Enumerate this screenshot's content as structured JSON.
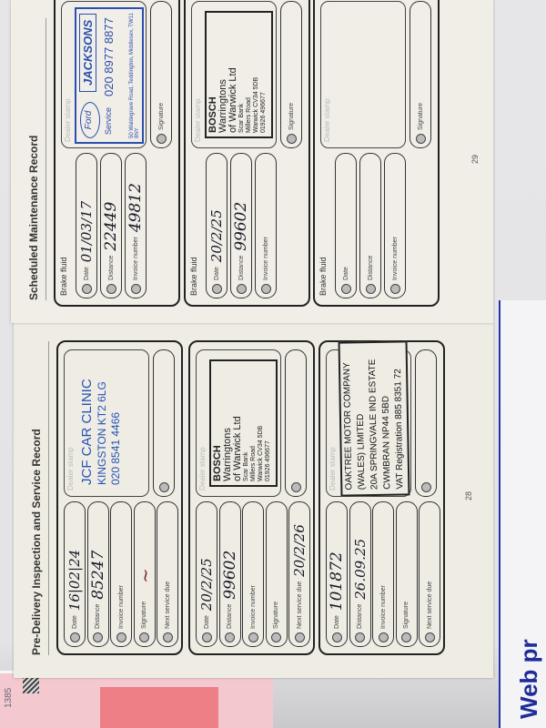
{
  "background": {
    "package_code": "1385",
    "paper_text": "Web pr"
  },
  "pages": [
    {
      "id": "pre-delivery",
      "title": "Pre-Delivery Inspection and Service Record",
      "page_number": "28",
      "cards": [
        {
          "fields": [
            {
              "label": "Date",
              "value": "16|02|24"
            },
            {
              "label": "Distance",
              "value": "85247"
            },
            {
              "label": "Invoice number",
              "value": ""
            },
            {
              "label": "Signature",
              "value": ""
            },
            {
              "label": "Next service due",
              "value": ""
            }
          ],
          "stamp_placeholder": "Dealer stamp",
          "stamp": {
            "kind": "jcf",
            "lines": [
              "JCF CAR CLINIC",
              "KINGSTON KT2 6LG",
              "020 8541 4466"
            ]
          }
        },
        {
          "fields": [
            {
              "label": "Date",
              "value": "20/2/25"
            },
            {
              "label": "Distance",
              "value": "99602"
            },
            {
              "label": "Invoice number",
              "value": ""
            },
            {
              "label": "Signature",
              "value": ""
            },
            {
              "label": "Next service due",
              "value": "20/2/26"
            }
          ],
          "stamp_placeholder": "Dealer stamp",
          "stamp": {
            "kind": "bosch",
            "lines": [
              "BOSCH",
              "Warringtons",
              "of Warwick Ltd",
              "Scar Bank",
              "Millers Road",
              "Warwick CV34 5DB",
              "01926 496677"
            ]
          }
        },
        {
          "fields": [
            {
              "label": "Date",
              "value": "101872"
            },
            {
              "label": "Distance",
              "value": "26.09.25"
            },
            {
              "label": "Invoice number",
              "value": ""
            },
            {
              "label": "Signature",
              "value": ""
            },
            {
              "label": "Next service due",
              "value": ""
            }
          ],
          "stamp_placeholder": "Dealer stamp",
          "stamp": {
            "kind": "oak",
            "lines": [
              "OAKTREE MOTOR COMPANY",
              "(WALES) LIMITED",
              "20A SPRINGVALE IND ESTATE",
              "CWMBRAN  NP44 5BD",
              "VAT Registration 885 8351 72"
            ]
          }
        }
      ]
    },
    {
      "id": "scheduled",
      "title": "Scheduled Maintenance Record",
      "page_number": "29",
      "cards": [
        {
          "title": "Brake fluid",
          "fields": [
            {
              "label": "Date",
              "value": "01/03/17"
            },
            {
              "label": "Distance",
              "value": "22449"
            },
            {
              "label": "Invoice number",
              "value": "49812"
            }
          ],
          "side_label": "Signature",
          "stamp_placeholder": "Dealer stamp",
          "stamp": {
            "kind": "jack",
            "lines": [
              "Ford",
              "Service",
              "JACKSONS",
              "020 8977 8877",
              "50 Waldegrave Road, Teddington, Middlesex, TW11 8NY"
            ]
          }
        },
        {
          "title": "Brake fluid",
          "fields": [
            {
              "label": "Date",
              "value": "20/2/25"
            },
            {
              "label": "Distance",
              "value": "99602"
            },
            {
              "label": "Invoice number",
              "value": ""
            }
          ],
          "side_label": "Signature",
          "stamp_placeholder": "Dealer stamp",
          "stamp": {
            "kind": "bosch",
            "lines": [
              "BOSCH",
              "Warringtons",
              "of Warwick Ltd",
              "Scar Bank",
              "Millers Road",
              "Warwick CV34 5DB",
              "01926 496677"
            ]
          }
        },
        {
          "title": "Brake fluid",
          "fields": [
            {
              "label": "Date",
              "value": ""
            },
            {
              "label": "Distance",
              "value": ""
            },
            {
              "label": "Invoice number",
              "value": ""
            }
          ],
          "side_label": "Signature",
          "stamp_placeholder": "Dealer stamp",
          "stamp": {
            "kind": "none",
            "lines": []
          }
        }
      ]
    }
  ]
}
